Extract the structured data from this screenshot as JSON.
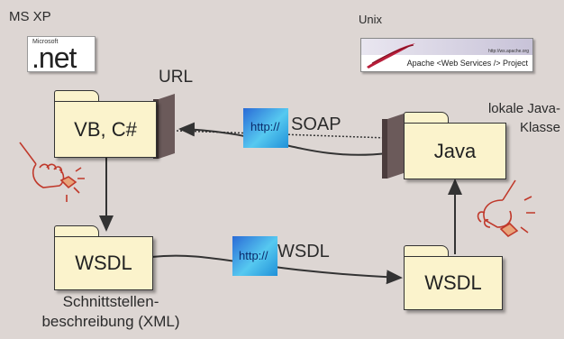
{
  "platforms": {
    "left": "MS XP",
    "right": "Unix"
  },
  "logos": {
    "dotnet": {
      "small": "Microsoft",
      "main": ".net"
    },
    "apache": {
      "url": "http://ws.apache.org",
      "project": "Apache <Web Services /> Project"
    }
  },
  "labels": {
    "url": "URL",
    "java_class": "lokale Java-\nKlasse",
    "interface_desc": "Schnittstellen-\nbeschreibung (XML)"
  },
  "folders": {
    "client": "VB, C#",
    "java": "Java",
    "wsdl_left": "WSDL",
    "wsdl_right": "WSDL"
  },
  "connections": {
    "soap": {
      "prefix": "http://",
      "label": "SOAP"
    },
    "wsdl": {
      "prefix": "http://",
      "label": "WSDL"
    }
  },
  "colors": {
    "background": "#ddd6d3",
    "folder_fill": "#fbf3cc",
    "hand_stroke": "#c0392b",
    "http_blue": "#2a8fe0"
  }
}
